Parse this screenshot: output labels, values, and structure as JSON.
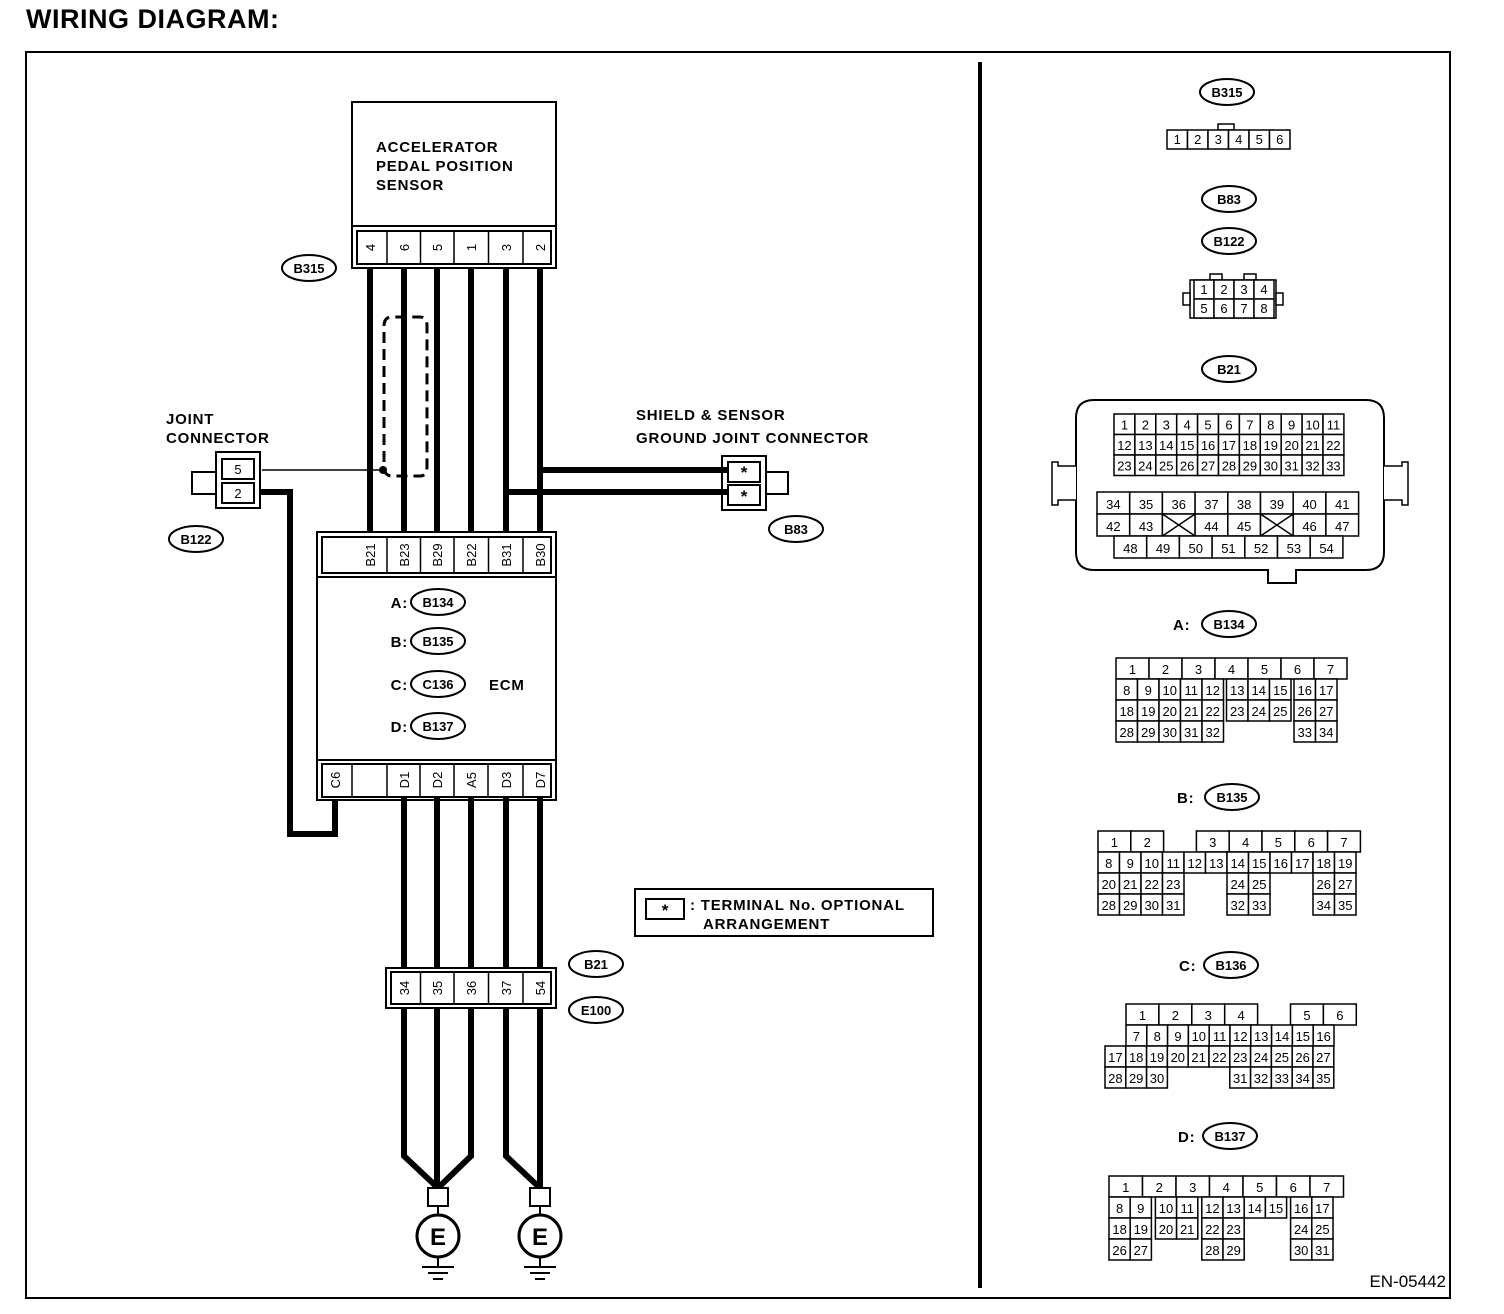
{
  "title": "WIRING DIAGRAM:",
  "page_id": "EN-05442",
  "sensor": {
    "lines": [
      "ACCELERATOR",
      "PEDAL POSITION",
      "SENSOR"
    ],
    "connector": "B315",
    "pins": [
      "4",
      "6",
      "5",
      "1",
      "3",
      "2"
    ]
  },
  "joint_connector": {
    "lines": [
      "JOINT",
      "CONNECTOR"
    ],
    "connector": "B122",
    "pins": [
      "5",
      "2"
    ]
  },
  "shield_connector": {
    "lines": [
      "SHIELD & SENSOR",
      "GROUND JOINT CONNECTOR"
    ],
    "connector": "B83",
    "pins": [
      "*",
      "*"
    ]
  },
  "ecm": {
    "label": "ECM",
    "top_pins": [
      "B21",
      "B23",
      "B29",
      "B22",
      "B31",
      "B30"
    ],
    "bottom_pins": [
      "C6",
      "D1",
      "D2",
      "A5",
      "D3",
      "D7"
    ],
    "connectors": [
      {
        "prefix": "A:",
        "id": "B134"
      },
      {
        "prefix": "B:",
        "id": "B135"
      },
      {
        "prefix": "C:",
        "id": "C136"
      },
      {
        "prefix": "D:",
        "id": "B137"
      }
    ]
  },
  "legend": {
    "symbol": "*",
    "lines": [
      ": TERMINAL No. OPTIONAL",
      "ARRANGEMENT"
    ]
  },
  "ground_connector": {
    "ids": [
      "B21",
      "E100"
    ],
    "pins": [
      "34",
      "35",
      "36",
      "37",
      "54"
    ]
  },
  "ground_label": "E",
  "connector_views": {
    "b315": {
      "id": "B315",
      "pins": [
        "1",
        "2",
        "3",
        "4",
        "5",
        "6"
      ]
    },
    "b83": {
      "id": "B83"
    },
    "b122": {
      "id": "B122",
      "rows": [
        [
          "1",
          "2",
          "3",
          "4"
        ],
        [
          "5",
          "6",
          "7",
          "8"
        ]
      ]
    },
    "b21": {
      "id": "B21",
      "upper": [
        [
          "1",
          "2",
          "3",
          "4",
          "5",
          "6",
          "7",
          "8",
          "9",
          "10",
          "11"
        ],
        [
          "12",
          "13",
          "14",
          "15",
          "16",
          "17",
          "18",
          "19",
          "20",
          "21",
          "22"
        ],
        [
          "23",
          "24",
          "25",
          "26",
          "27",
          "28",
          "29",
          "30",
          "31",
          "32",
          "33"
        ]
      ],
      "lower": [
        [
          "34",
          "35",
          "36",
          "37",
          "38",
          "39",
          "40",
          "41"
        ],
        [
          "42",
          "43",
          "",
          "44",
          "45",
          "",
          "46",
          "47"
        ],
        [
          "48",
          "49",
          "50",
          "51",
          "52",
          "53",
          "54"
        ]
      ]
    },
    "a": {
      "prefix": "A:",
      "id": "B134"
    },
    "b": {
      "prefix": "B:",
      "id": "B135"
    },
    "c": {
      "prefix": "C:",
      "id": "B136"
    },
    "d": {
      "prefix": "D:",
      "id": "B137"
    }
  }
}
